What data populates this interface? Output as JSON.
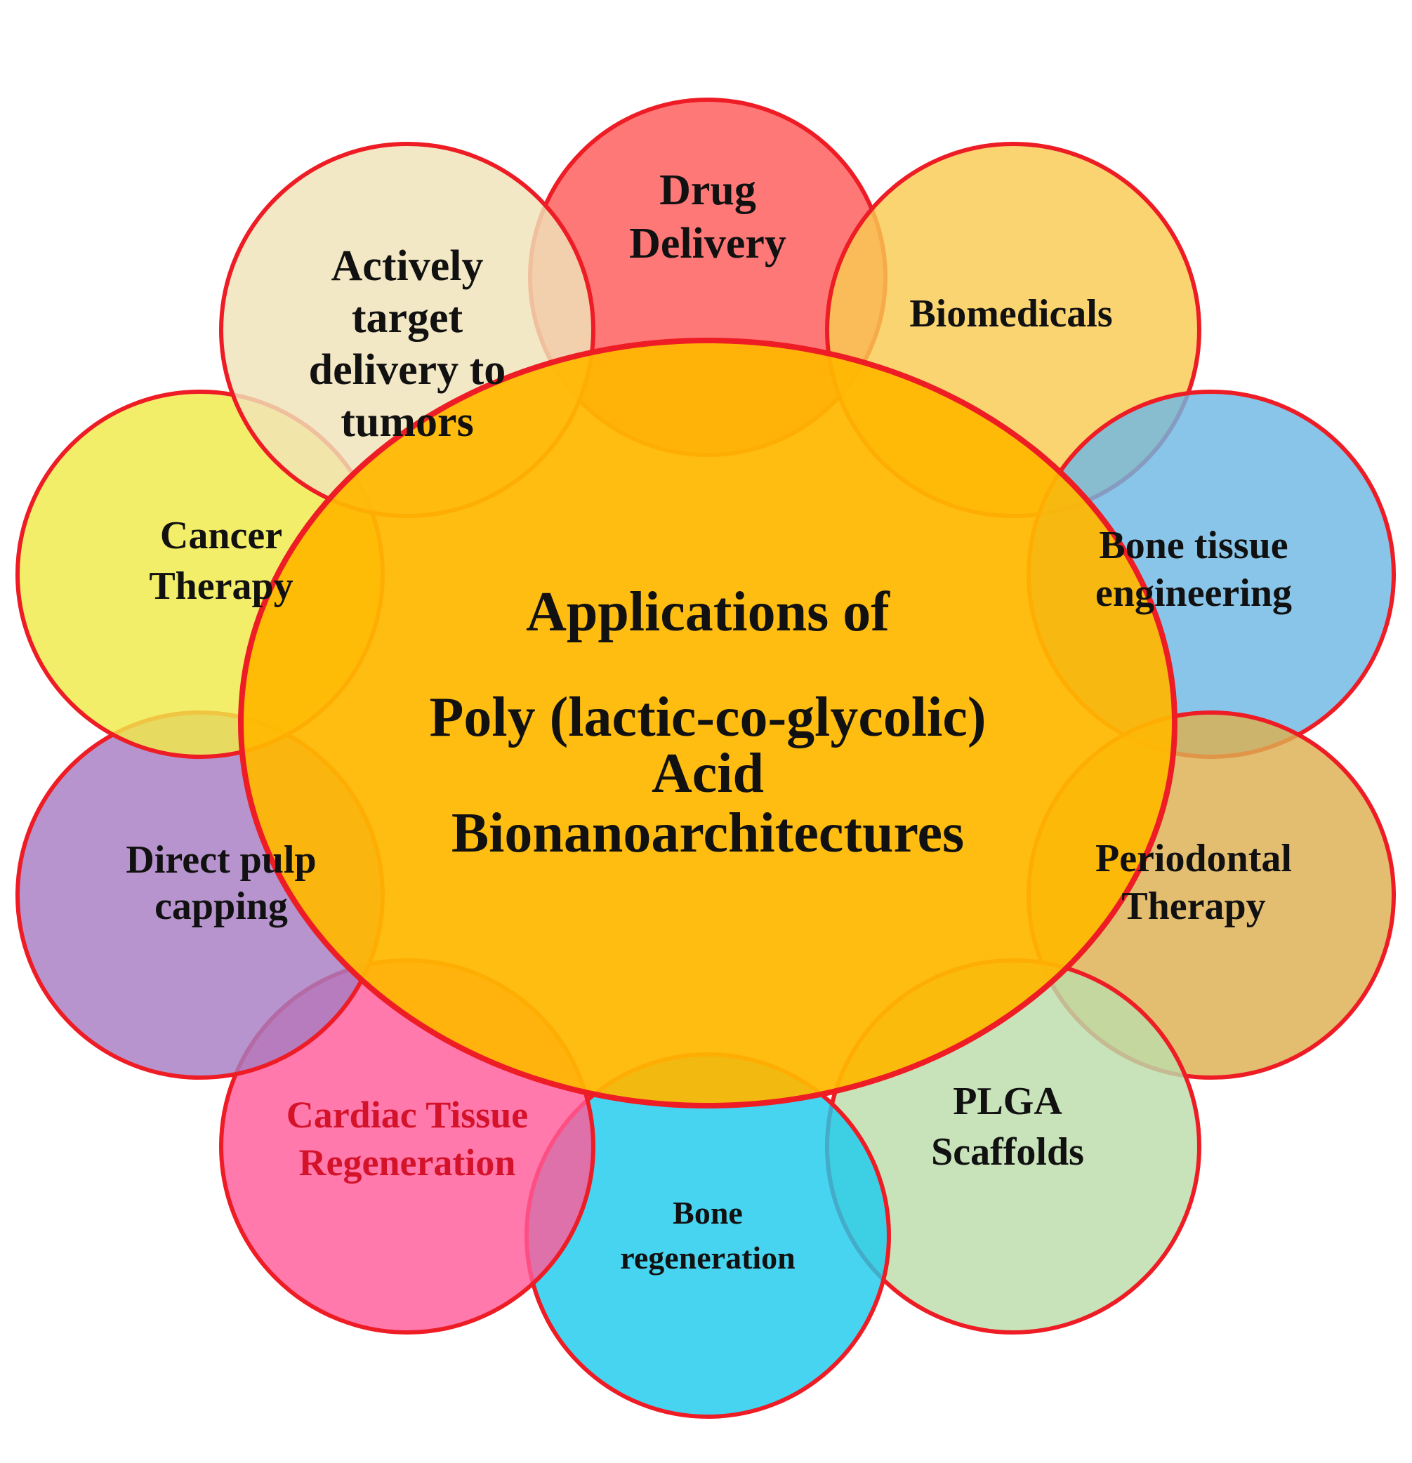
{
  "center": {
    "lines": [
      "Applications of",
      "Poly (lactic-co-glycolic)",
      "Acid",
      "Bionanoarchitectures"
    ],
    "color": "#FFB800",
    "text_color": "#111111"
  },
  "outline_color": "#EE1C25",
  "petals": [
    {
      "id": "drug-delivery",
      "lines": [
        "Drug",
        "Delivery"
      ],
      "color": "#FF5A5A",
      "text_color": "#111111"
    },
    {
      "id": "biomedicals",
      "lines": [
        "Biomedicals"
      ],
      "color": "#F8CB50",
      "text_color": "#111111"
    },
    {
      "id": "bone-tissue-engineering",
      "lines": [
        "Bone tissue",
        "engineering"
      ],
      "color": "#6EB8E3",
      "text_color": "#111111"
    },
    {
      "id": "periodontal-therapy",
      "lines": [
        "Periodontal",
        "Therapy"
      ],
      "color": "#DDB050",
      "text_color": "#111111"
    },
    {
      "id": "plga-scaffolds",
      "lines": [
        "PLGA",
        "Scaffolds"
      ],
      "color": "#BCDDAA",
      "text_color": "#111111"
    },
    {
      "id": "bone-regeneration",
      "lines": [
        "Bone",
        "regeneration"
      ],
      "color": "#1ECAEE",
      "text_color": "#111111"
    },
    {
      "id": "cardiac-tissue-regeneration",
      "lines": [
        "Cardiac Tissue",
        "Regeneration"
      ],
      "color": "#FF5B9A",
      "text_color": "#D4122A"
    },
    {
      "id": "direct-pulp-capping",
      "lines": [
        "Direct pulp",
        "capping"
      ],
      "color": "#A77CC2",
      "text_color": "#111111"
    },
    {
      "id": "cancer-therapy",
      "lines": [
        "Cancer",
        "Therapy"
      ],
      "color": "#F0EA48",
      "text_color": "#111111"
    },
    {
      "id": "actively-target-delivery",
      "lines": [
        "Actively",
        "target",
        "delivery to",
        "tumors"
      ],
      "color": "#F0E3B8",
      "text_color": "#111111"
    }
  ]
}
